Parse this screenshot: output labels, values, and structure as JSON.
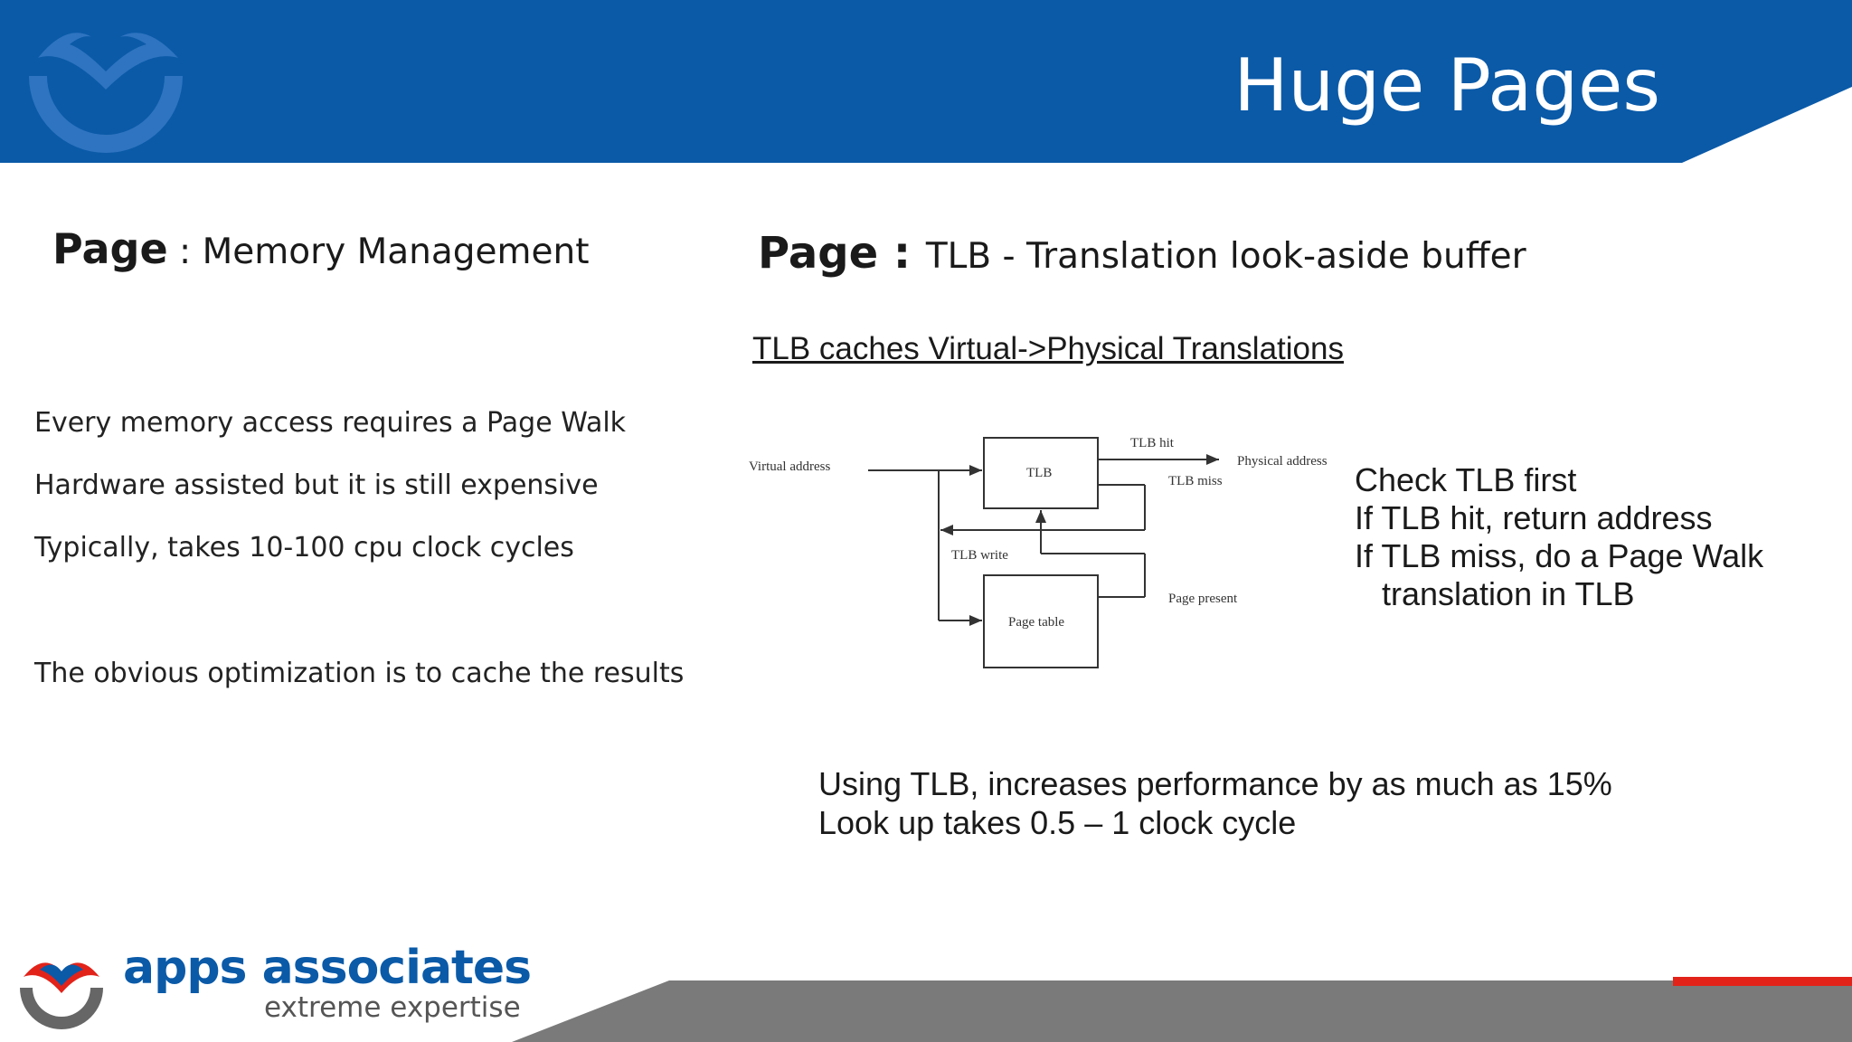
{
  "header": {
    "title": "Huge Pages"
  },
  "left": {
    "heading_keyword": "Page",
    "heading_rest": " : Memory Management",
    "bullets": [
      "Every memory access requires a Page Walk",
      "Hardware assisted but it is still expensive",
      "Typically, takes 10-100 cpu clock cycles",
      "The obvious optimization is to cache the results"
    ]
  },
  "right": {
    "heading_keyword": "Page : ",
    "heading_rest": "TLB - Translation look-aside buffer",
    "subheading": "TLB caches Virtual->Physical Translations",
    "diagram": {
      "virtual_address": "Virtual address",
      "tlb": "TLB",
      "tlb_hit": "TLB hit",
      "physical_address": "Physical address",
      "tlb_miss": "TLB miss",
      "tlb_write": "TLB write",
      "page_table": "Page table",
      "page_present": "Page present"
    },
    "check_list": [
      "Check TLB first",
      "If TLB hit, return address",
      "If TLB miss, do a Page Walk",
      "translation in TLB"
    ],
    "perf": [
      "Using TLB, increases performance by as much as 15%",
      "Look up takes 0.5 – 1 clock cycle"
    ]
  },
  "footer": {
    "brand_name": "apps associates",
    "brand_tag": "extreme expertise"
  },
  "colors": {
    "header_blue": "#0a5aa8",
    "footer_gray": "#7a7a7a",
    "accent_red": "#e2231a"
  }
}
